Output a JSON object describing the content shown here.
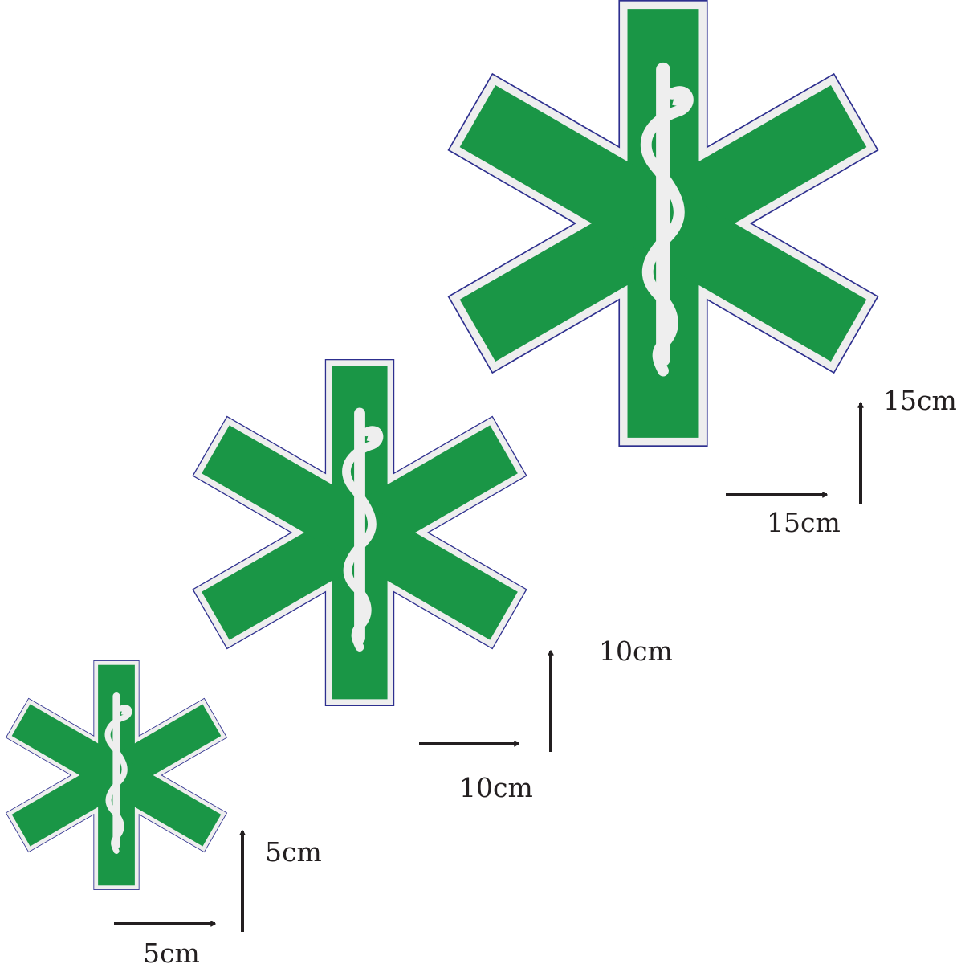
{
  "colors": {
    "green": "#1a9646",
    "border": "#eeeeee",
    "outline": "#2d2f8f",
    "arrow": "#231f20",
    "background": "#ffffff"
  },
  "icon": "star-of-life-rod-of-asclepius-icon",
  "stickers": [
    {
      "id": "small",
      "width_label": "5cm",
      "height_label": "5cm"
    },
    {
      "id": "medium",
      "width_label": "10cm",
      "height_label": "10cm"
    },
    {
      "id": "large",
      "width_label": "15cm",
      "height_label": "15cm"
    }
  ]
}
